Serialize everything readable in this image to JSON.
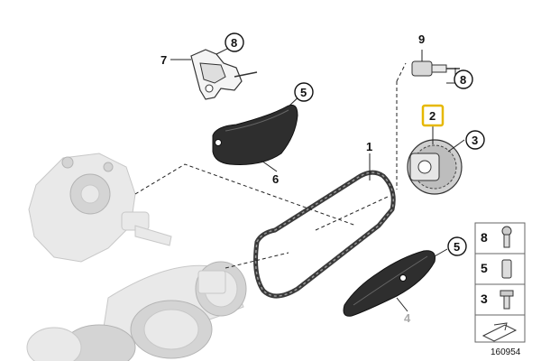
{
  "callouts": {
    "c1": "1",
    "c2": "2",
    "c3": "3",
    "c4": "4",
    "c5a": "5",
    "c5b": "5",
    "c6": "6",
    "c7": "7",
    "c8a": "8",
    "c8b": "8",
    "c9": "9"
  },
  "legend": {
    "row1": "8",
    "row2": "5",
    "row3": "3"
  },
  "figure_id": "160954",
  "colors": {
    "highlight": "#e6b800",
    "rail": "#2e2e2e"
  }
}
